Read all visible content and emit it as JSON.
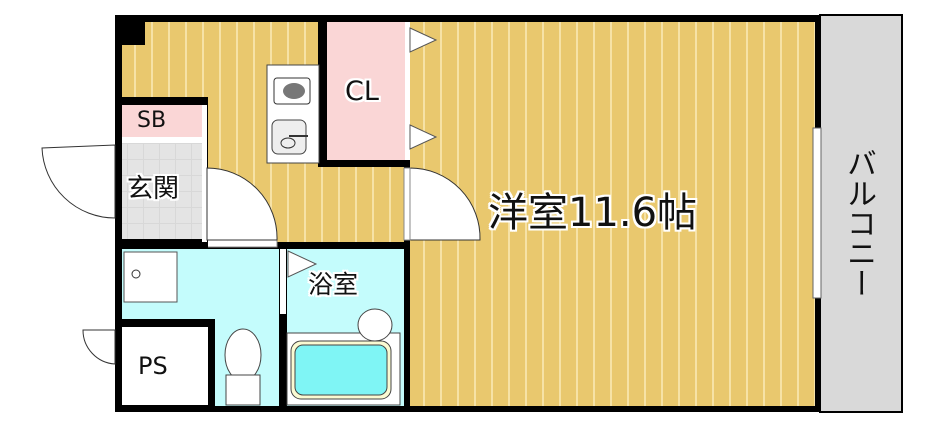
{
  "title": "Floor plan",
  "rooms": {
    "western_room": "洋室11.6帖",
    "closet": "CL",
    "shoe_box": "SB",
    "entrance": "玄関",
    "bathroom": "浴室",
    "pipe_space": "PS",
    "balcony": "バルコニー"
  },
  "colors": {
    "floor": "#E9C86E",
    "floor_stripe": "#F6E2A6",
    "closet": "#FAD6D6",
    "wet_area": "#C4FCFC",
    "bathtub": "#7FF5F5",
    "balcony": "#D9D9D9",
    "wall": "#000000"
  }
}
